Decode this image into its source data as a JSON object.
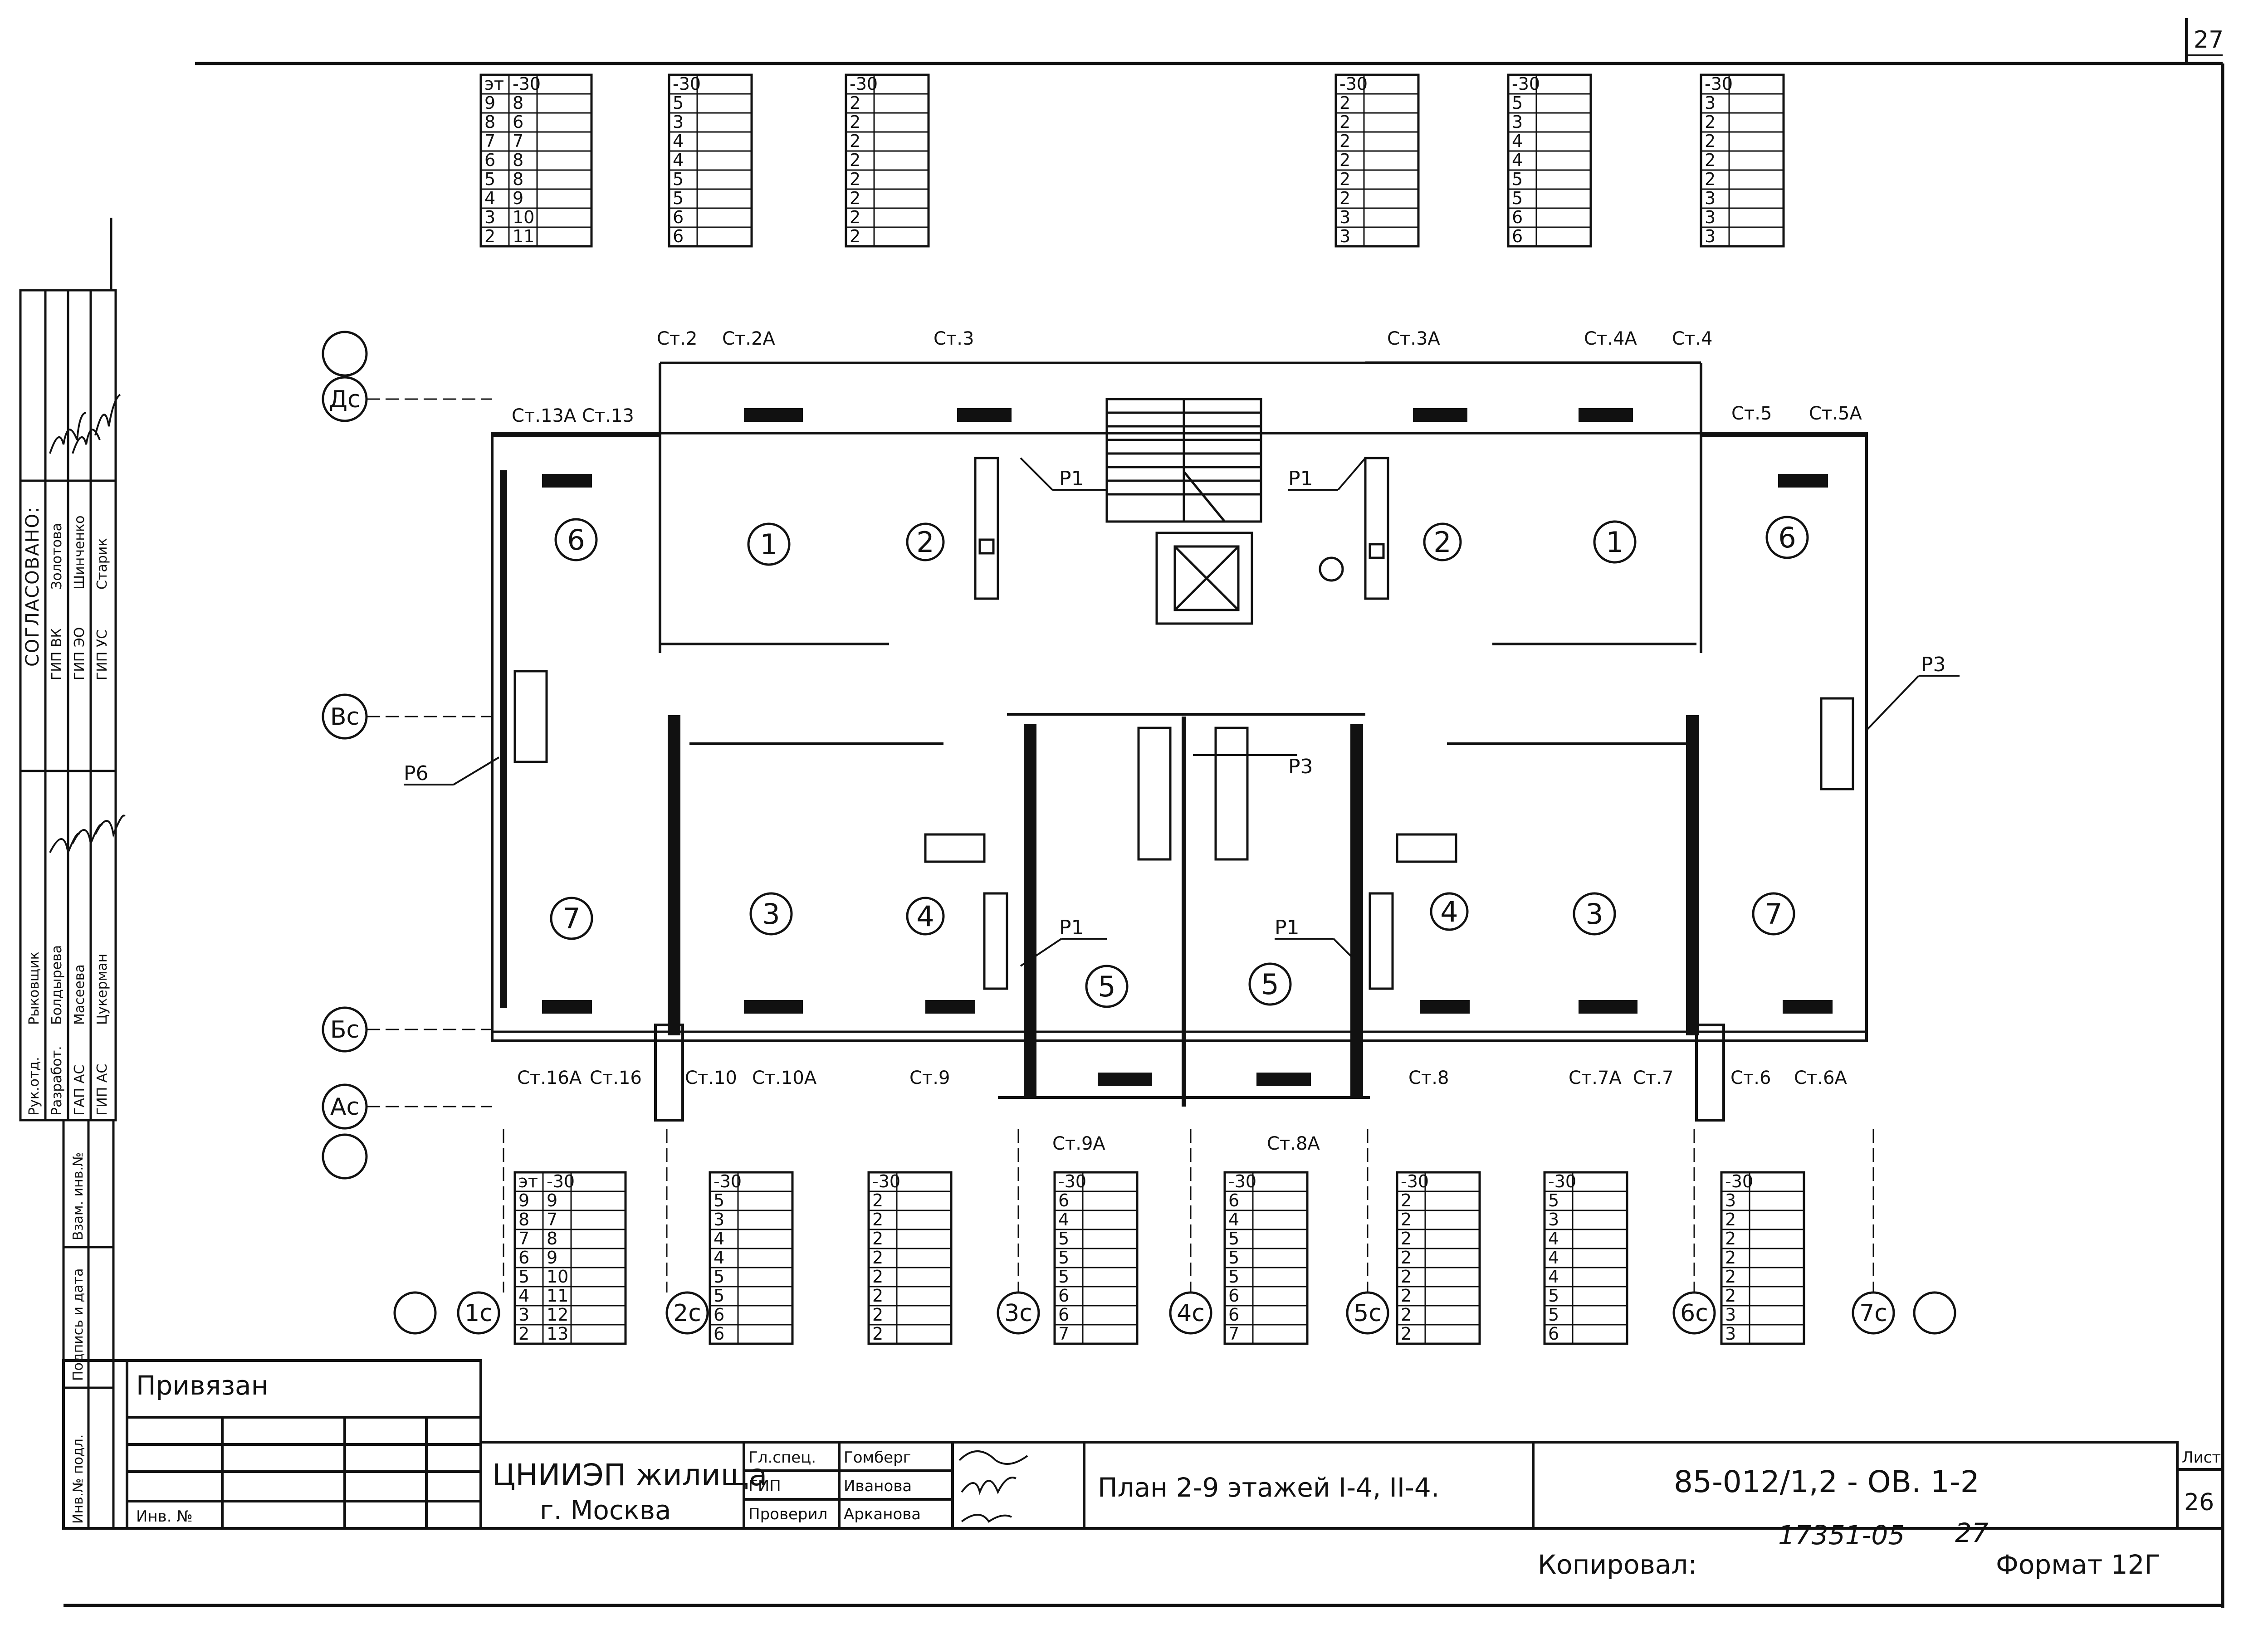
{
  "sheet": {
    "corner_number": "27",
    "title": "План 2-9 этажей I-4, II-4.",
    "code": "85-012/1,2 - ОВ. 1-2",
    "sheet_label": "Лист",
    "sheet_number": "26",
    "org_line1": "ЦНИИЭП жилища",
    "org_line2": "г. Москва",
    "roles": [
      "Гл.спец.",
      "ГИП",
      "Проверил"
    ],
    "names": [
      "Гомберг",
      "Иванова",
      "Арканова"
    ],
    "bound_label": "Привязан",
    "inv_label": "Инв. №",
    "copied_label": "Копировал:",
    "format_label": "Формат 12Г",
    "handwritten_code": "17351-05",
    "handwritten_num": "27"
  },
  "approval": {
    "header": "СОГЛАСОВАНО:",
    "roles": [
      "ГИП ВК",
      "ГИП ЭО",
      "ГИП УС"
    ],
    "names": [
      "Золотова",
      "Шинченко",
      "Старик"
    ]
  },
  "authors": {
    "roles": [
      "Рук.отд.",
      "Разработ.",
      "ГАП АС",
      "ГИП АС"
    ],
    "names": [
      "Рыковщик",
      "Болдырева",
      "Масеева",
      "Цукерман"
    ]
  },
  "left_strip": [
    "Инв.№ подл.",
    "Подпись и дата",
    "Взам. инв.№"
  ],
  "axes": {
    "rows": [
      "Дс",
      "Вс",
      "Бс",
      "Ас"
    ],
    "cols": [
      "1с",
      "2с",
      "3с",
      "4с",
      "5с",
      "6с",
      "7с"
    ]
  },
  "rooms": {
    "top": [
      "6",
      "1",
      "2",
      "2",
      "1",
      "6"
    ],
    "middle": [
      "7",
      "3",
      "4",
      "5",
      "5",
      "4",
      "3",
      "7"
    ]
  },
  "risers": [
    "Р1",
    "Р1",
    "Р1",
    "Р1",
    "Р3",
    "Р3",
    "Р6"
  ],
  "heater_labels": {
    "top": [
      "Ст.13А",
      "Ст.13",
      "Ст.2",
      "Ст.2А",
      "Ст.3",
      "Ст.3А",
      "Ст.4А",
      "Ст.4",
      "Ст.5",
      "Ст.5А"
    ],
    "bottom": [
      "Ст.16А",
      "Ст.16",
      "Ст.10",
      "Ст.10А",
      "Ст.9",
      "Ст.9А",
      "Ст.8А",
      "Ст.8",
      "Ст.7А",
      "Ст.7",
      "Ст.6",
      "Ст.6А"
    ]
  },
  "tables_top": [
    {
      "header": [
        "эт",
        "-30"
      ],
      "rows": [
        [
          "9",
          "8"
        ],
        [
          "8",
          "6"
        ],
        [
          "7",
          "7"
        ],
        [
          "6",
          "8"
        ],
        [
          "5",
          "8"
        ],
        [
          "4",
          "9"
        ],
        [
          "3",
          "10"
        ],
        [
          "2",
          "11"
        ]
      ]
    },
    {
      "header": [
        "-30"
      ],
      "rows": [
        [
          "5"
        ],
        [
          "3"
        ],
        [
          "4"
        ],
        [
          "4"
        ],
        [
          "5"
        ],
        [
          "5"
        ],
        [
          "6"
        ],
        [
          "6"
        ]
      ]
    },
    {
      "header": [
        "-30"
      ],
      "rows": [
        [
          "2"
        ],
        [
          "2"
        ],
        [
          "2"
        ],
        [
          "2"
        ],
        [
          "2"
        ],
        [
          "2"
        ],
        [
          "2"
        ],
        [
          "2"
        ]
      ]
    },
    {
      "header": [
        "-30"
      ],
      "rows": [
        [
          "2"
        ],
        [
          "2"
        ],
        [
          "2"
        ],
        [
          "2"
        ],
        [
          "2"
        ],
        [
          "2"
        ],
        [
          "3"
        ],
        [
          "3"
        ]
      ]
    },
    {
      "header": [
        "-30"
      ],
      "rows": [
        [
          "5"
        ],
        [
          "3"
        ],
        [
          "4"
        ],
        [
          "4"
        ],
        [
          "5"
        ],
        [
          "5"
        ],
        [
          "6"
        ],
        [
          "6"
        ]
      ]
    },
    {
      "header": [
        "-30"
      ],
      "rows": [
        [
          "3"
        ],
        [
          "2"
        ],
        [
          "2"
        ],
        [
          "2"
        ],
        [
          "2"
        ],
        [
          "3"
        ],
        [
          "3"
        ],
        [
          "3"
        ]
      ]
    }
  ],
  "tables_bottom": [
    {
      "header": [
        "эт",
        "-30"
      ],
      "rows": [
        [
          "9",
          "9"
        ],
        [
          "8",
          "7"
        ],
        [
          "7",
          "8"
        ],
        [
          "6",
          "9"
        ],
        [
          "5",
          "10"
        ],
        [
          "4",
          "11"
        ],
        [
          "3",
          "12"
        ],
        [
          "2",
          "13"
        ]
      ]
    },
    {
      "header": [
        "-30"
      ],
      "rows": [
        [
          "5"
        ],
        [
          "3"
        ],
        [
          "4"
        ],
        [
          "4"
        ],
        [
          "5"
        ],
        [
          "5"
        ],
        [
          "6"
        ],
        [
          "6"
        ]
      ]
    },
    {
      "header": [
        "-30"
      ],
      "rows": [
        [
          "2"
        ],
        [
          "2"
        ],
        [
          "2"
        ],
        [
          "2"
        ],
        [
          "2"
        ],
        [
          "2"
        ],
        [
          "2"
        ],
        [
          "2"
        ]
      ]
    },
    {
      "header": [
        "-30"
      ],
      "rows": [
        [
          "6"
        ],
        [
          "4"
        ],
        [
          "5"
        ],
        [
          "5"
        ],
        [
          "5"
        ],
        [
          "6"
        ],
        [
          "6"
        ],
        [
          "7"
        ]
      ]
    },
    {
      "header": [
        "-30"
      ],
      "rows": [
        [
          "6"
        ],
        [
          "4"
        ],
        [
          "5"
        ],
        [
          "5"
        ],
        [
          "5"
        ],
        [
          "6"
        ],
        [
          "6"
        ],
        [
          "7"
        ]
      ]
    },
    {
      "header": [
        "-30"
      ],
      "rows": [
        [
          "2"
        ],
        [
          "2"
        ],
        [
          "2"
        ],
        [
          "2"
        ],
        [
          "2"
        ],
        [
          "2"
        ],
        [
          "2"
        ],
        [
          "2"
        ]
      ]
    },
    {
      "header": [
        "-30"
      ],
      "rows": [
        [
          "5"
        ],
        [
          "3"
        ],
        [
          "4"
        ],
        [
          "4"
        ],
        [
          "4"
        ],
        [
          "5"
        ],
        [
          "5"
        ],
        [
          "6"
        ]
      ]
    },
    {
      "header": [
        "-30"
      ],
      "rows": [
        [
          "3"
        ],
        [
          "2"
        ],
        [
          "2"
        ],
        [
          "2"
        ],
        [
          "2"
        ],
        [
          "2"
        ],
        [
          "3"
        ],
        [
          "3"
        ]
      ]
    }
  ]
}
